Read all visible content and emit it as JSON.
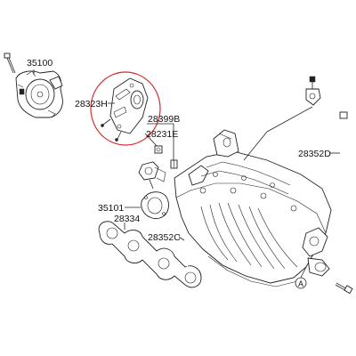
{
  "labels": {
    "p35100": "35100",
    "p28323H": "28323H",
    "p28399B": "28399B",
    "p28231E": "28231E",
    "p28352D": "28352D",
    "p35101": "35101",
    "p28334": "28334",
    "p28352C": "28352C",
    "refA": "A"
  },
  "colors": {
    "highlight": "#d62b2b",
    "line": "#222222"
  }
}
